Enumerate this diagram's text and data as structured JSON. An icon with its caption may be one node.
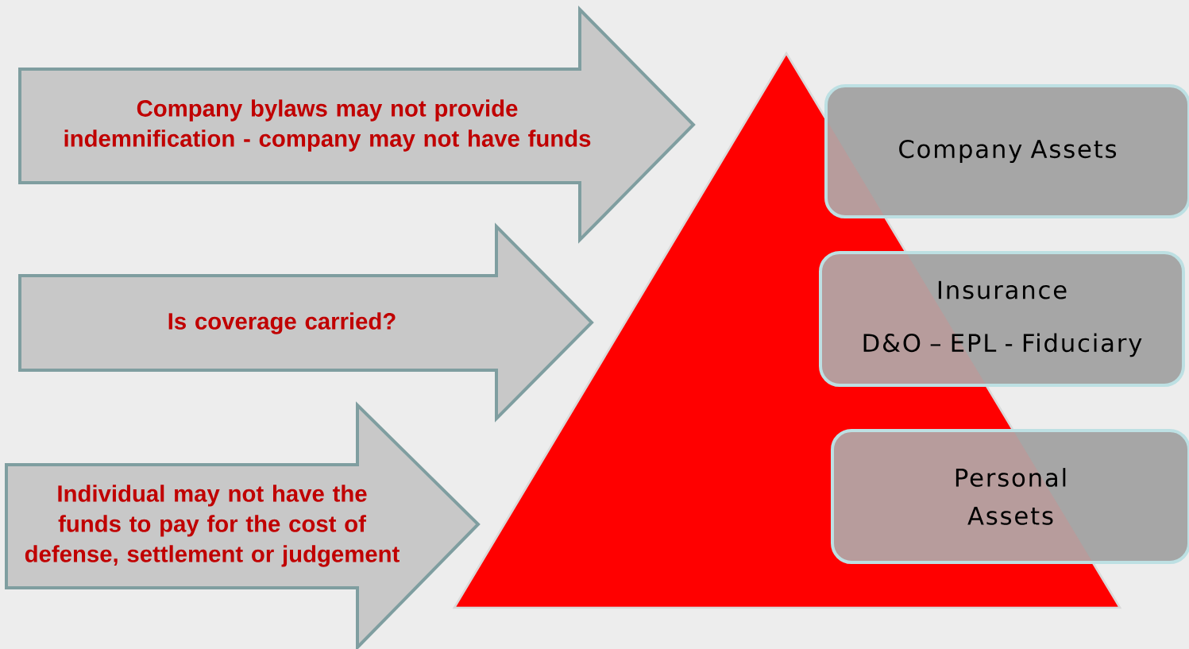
{
  "diagram": {
    "nodes": [
      {
        "text": [
          "Company bylaws may not provide indemnification  - company may not have funds"
        ]
      },
      {
        "text": [
          "Is coverage carried?"
        ]
      },
      {
        "text": [
          "Individual  may not have the funds to pay for the cost of defense, settlement or judgement"
        ]
      },
      {
        "text": [],
        "shape": "triangle"
      },
      {
        "text": [
          "Company Assets"
        ]
      },
      {
        "text": [
          "Insurance",
          "D&O – EPL - Fiduciary"
        ]
      },
      {
        "text": [
          "Personal Assets"
        ]
      }
    ]
  }
}
